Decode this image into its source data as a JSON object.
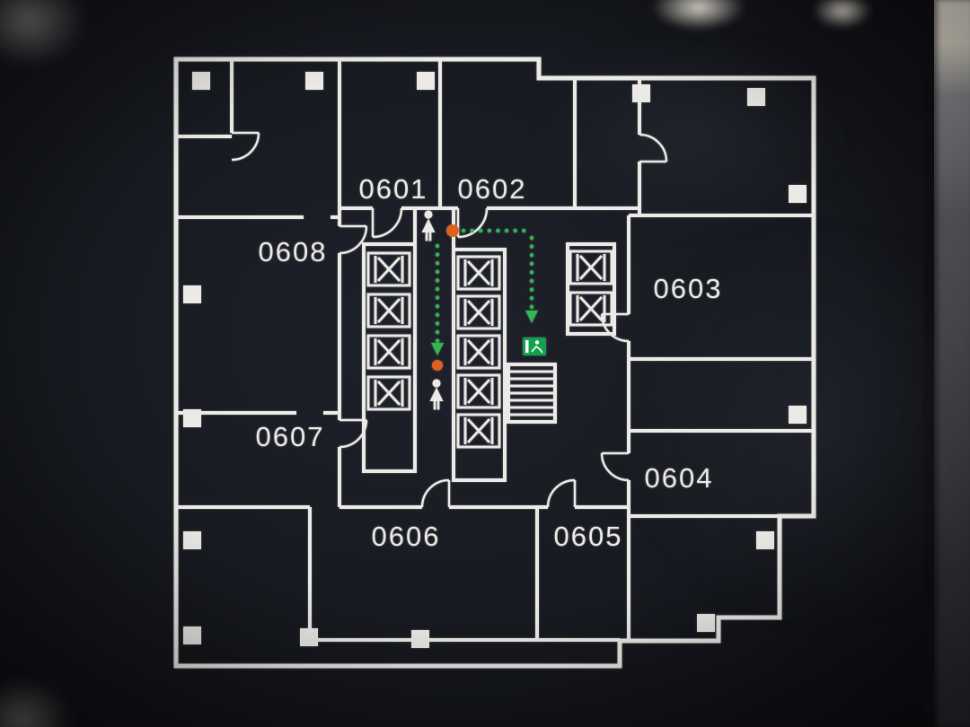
{
  "floorplan": {
    "room_labels": [
      "0601",
      "0602",
      "0603",
      "0604",
      "0605",
      "0606",
      "0607",
      "0608"
    ],
    "elevator_banks": {
      "left_count": 4,
      "middle_count": 5,
      "right_count": 2
    },
    "markers": {
      "you_are_here_dots": 2,
      "person_icons": 2,
      "exit_signs": 1,
      "stairs": 1
    },
    "colors": {
      "line": "#ECEAE6",
      "panel": "#171A21",
      "route_green": "#2EB84E",
      "exit_green": "#10A24C",
      "marker_orange": "#E0601E"
    },
    "icons": [
      "elevator-icon",
      "stairs-icon",
      "emergency-exit-icon",
      "person-icon",
      "you-are-here-dot",
      "evacuation-route-arrow",
      "door-arc",
      "structural-column"
    ]
  }
}
